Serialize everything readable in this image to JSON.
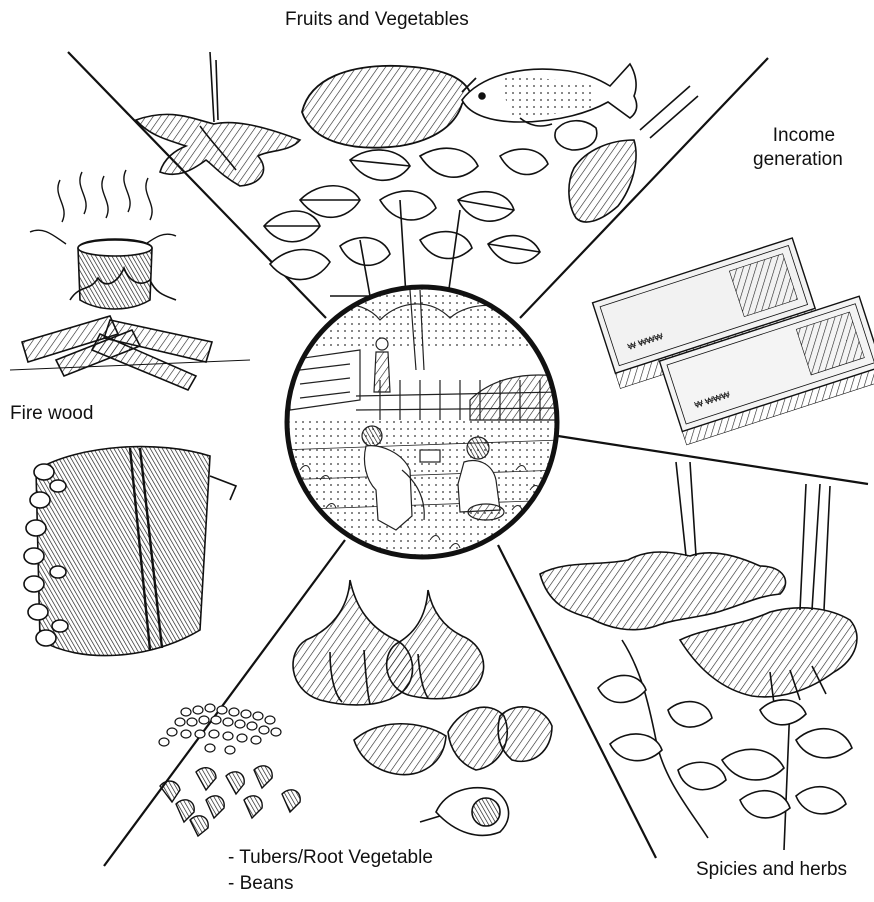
{
  "labels": {
    "fruits_vegetables": "Fruits and Vegetables",
    "income_line1": "Income",
    "income_line2": "generation",
    "fire_wood": "Fire wood",
    "tubers": "- Tubers/Root Vegetable",
    "beans": "- Beans",
    "spices_herbs": "Spicies and herbs"
  },
  "colors": {
    "ink": "#111111",
    "background": "#ffffff",
    "paper_money": "#f2f2f2"
  },
  "icons": [
    "home-garden-scene-icon",
    "cassava-root-icon",
    "sweet-potato-icon",
    "fish-icon",
    "vegetable-leaves-icon",
    "banknotes-icon",
    "cooking-fire-icon",
    "firewood-bundle-icon",
    "ginger-root-icon",
    "herb-plant-icon",
    "garlic-bulb-icon",
    "shallot-icon",
    "beans-pile-icon",
    "cloves-icon"
  ]
}
